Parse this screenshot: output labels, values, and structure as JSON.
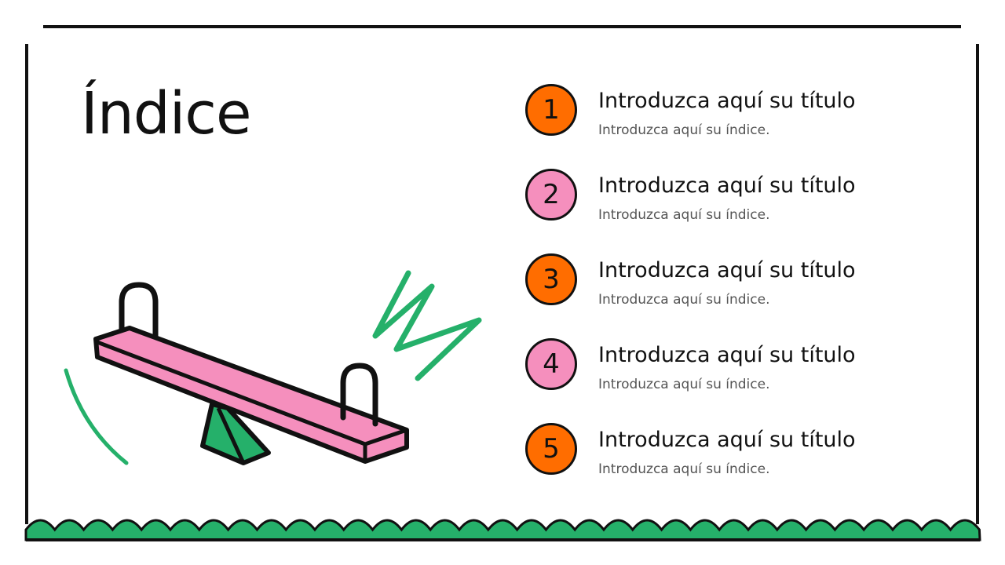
{
  "slide": {
    "title": "Índice",
    "colors": {
      "orange": "#ff6d00",
      "pink": "#f58fbd",
      "green": "#25b06a",
      "ink": "#111111"
    },
    "items": [
      {
        "number": "1",
        "title": "Introduzca aquí su título",
        "subtitle": "Introduzca aquí su índice.",
        "badge_color": "#ff6d00"
      },
      {
        "number": "2",
        "title": "Introduzca aquí su título",
        "subtitle": "Introduzca aquí su índice.",
        "badge_color": "#f58fbd"
      },
      {
        "number": "3",
        "title": "Introduzca aquí su título",
        "subtitle": "Introduzca aquí su índice.",
        "badge_color": "#ff6d00"
      },
      {
        "number": "4",
        "title": "Introduzca aquí su título",
        "subtitle": "Introduzca aquí su índice.",
        "badge_color": "#f58fbd"
      },
      {
        "number": "5",
        "title": "Introduzca aquí su título",
        "subtitle": "Introduzca aquí su índice.",
        "badge_color": "#ff6d00"
      }
    ],
    "illustration_icon": "seesaw-icon",
    "footer_decoration": "scalloped-grass"
  }
}
